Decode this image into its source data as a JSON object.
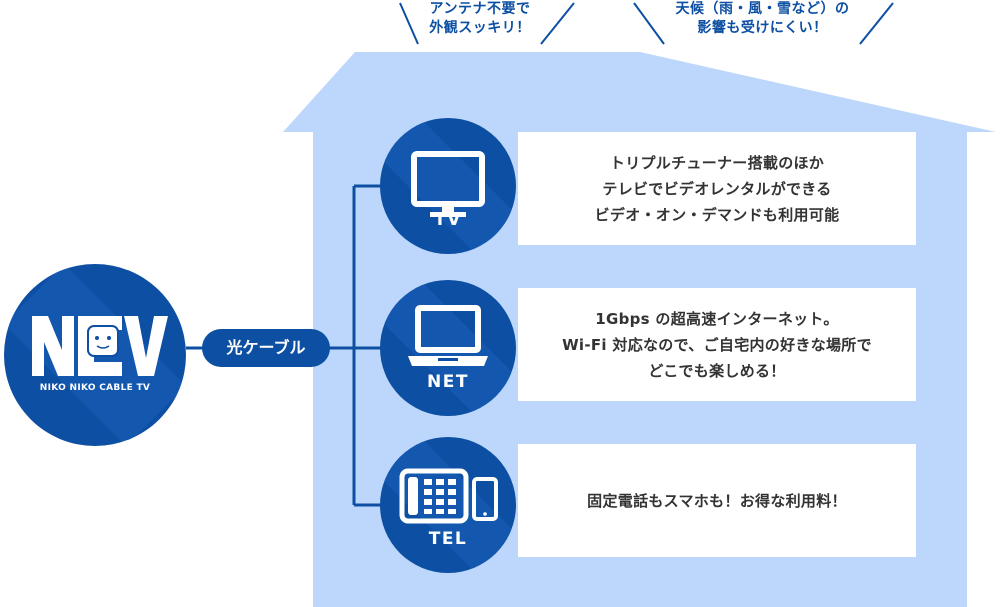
{
  "callouts": [
    {
      "lines": [
        "アンテナ不要で",
        "外観スッキリ！"
      ]
    },
    {
      "lines": [
        "天候（雨・風・雪など）の",
        "影響も受けにくい！"
      ]
    }
  ],
  "logo": {
    "letters": "NCV",
    "tagline": "NIKO NIKO CABLE TV"
  },
  "cable": {
    "label": "光ケーブル"
  },
  "services": [
    {
      "label": "TV",
      "icon": "tv-icon",
      "lines": [
        "トリプルチューナー搭載のほか",
        "テレビでビデオレンタルができる",
        "ビデオ・オン・デマンドも利用可能"
      ]
    },
    {
      "label": "NET",
      "icon": "laptop-icon",
      "lines": [
        "1Gbps の超高速インターネット。",
        "Wi-Fi 対応なので、ご自宅内の好きな場所で",
        "どこでも楽しめる！"
      ]
    },
    {
      "label": "TEL",
      "icon": "phone-icon",
      "lines": [
        "固定電話もスマホも！お得な利用料！"
      ]
    }
  ],
  "colors": {
    "brand": "#0d4fa2",
    "house": "#bcd7fb",
    "text": "#333333"
  }
}
